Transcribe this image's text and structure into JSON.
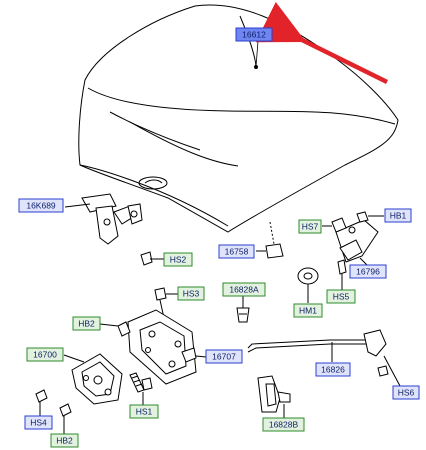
{
  "labels": [
    {
      "id": "16612",
      "style": "highlight"
    },
    {
      "id": "16K689",
      "style": "blue"
    },
    {
      "id": "HS2",
      "style": "green"
    },
    {
      "id": "16758",
      "style": "blue"
    },
    {
      "id": "HS7",
      "style": "green"
    },
    {
      "id": "HB1",
      "style": "blue"
    },
    {
      "id": "16796",
      "style": "blue"
    },
    {
      "id": "HS5",
      "style": "green"
    },
    {
      "id": "HM1",
      "style": "green"
    },
    {
      "id": "16828A",
      "style": "green"
    },
    {
      "id": "HS3",
      "style": "green"
    },
    {
      "id": "HB2",
      "style": "green"
    },
    {
      "id": "16700",
      "style": "green"
    },
    {
      "id": "16707",
      "style": "blue"
    },
    {
      "id": "16826",
      "style": "blue"
    },
    {
      "id": "HS6",
      "style": "blue"
    },
    {
      "id": "HS4",
      "style": "blue"
    },
    {
      "id": "HS1",
      "style": "green"
    },
    {
      "id": "HB2",
      "style": "green"
    },
    {
      "id": "16828B",
      "style": "green"
    }
  ],
  "colors": {
    "label_blue_fill": "#dfe4fb",
    "label_blue_border": "#2b3fd0",
    "label_green_fill": "#e2f2de",
    "label_green_border": "#2e8b2e",
    "label_highlight_fill": "#6f86f2",
    "label_text": "#10206a",
    "arrow": "#e2242a",
    "line": "#000000"
  }
}
